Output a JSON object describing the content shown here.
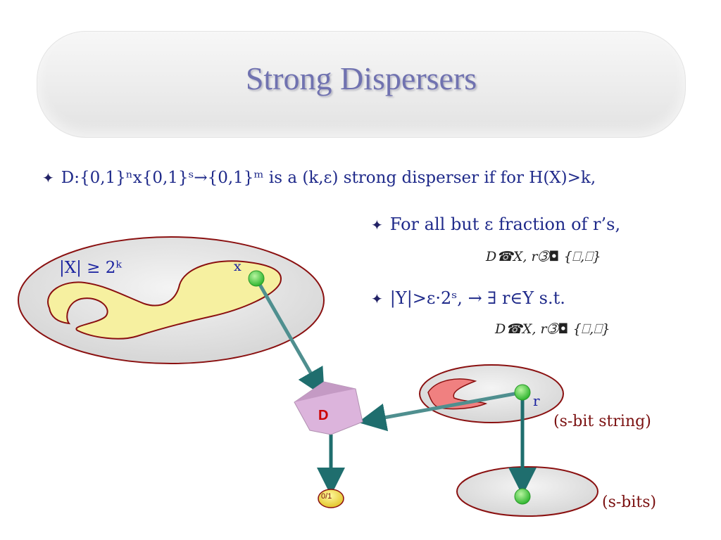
{
  "title": "Strong Dispersers",
  "bullets": {
    "b1": "D:{0,1}ⁿx{0,1}ˢ→{0,1}ᵐ is a (k,ε) strong disperser if for H(X)>k,",
    "b2": "For all but ε fraction of r’s,",
    "b3": "|Y|>ε·2ˢ, → ∃ r∈Y s.t."
  },
  "formulas": {
    "f1": "D☎X, r➂◘ {⎕,⎕}",
    "f2": "D☎X, r➂◘ {⎕,⎕}"
  },
  "diagram": {
    "x_set_size": "|X| ≥ 2ᵏ",
    "x_point": "x",
    "disperser": "D",
    "output": "0/1",
    "r_point": "r",
    "seed_note": "(s-bit string)",
    "output_note": "(s-bits)"
  },
  "colors": {
    "title": "#7072b0",
    "bullet_text": "#1f2a8a",
    "ellipse_border": "#8a1010",
    "arrow": "#1f6e6e",
    "blob_yellow": "#f6f0a0",
    "blob_red": "#f08080",
    "pentagon": "#dcb4dc"
  }
}
